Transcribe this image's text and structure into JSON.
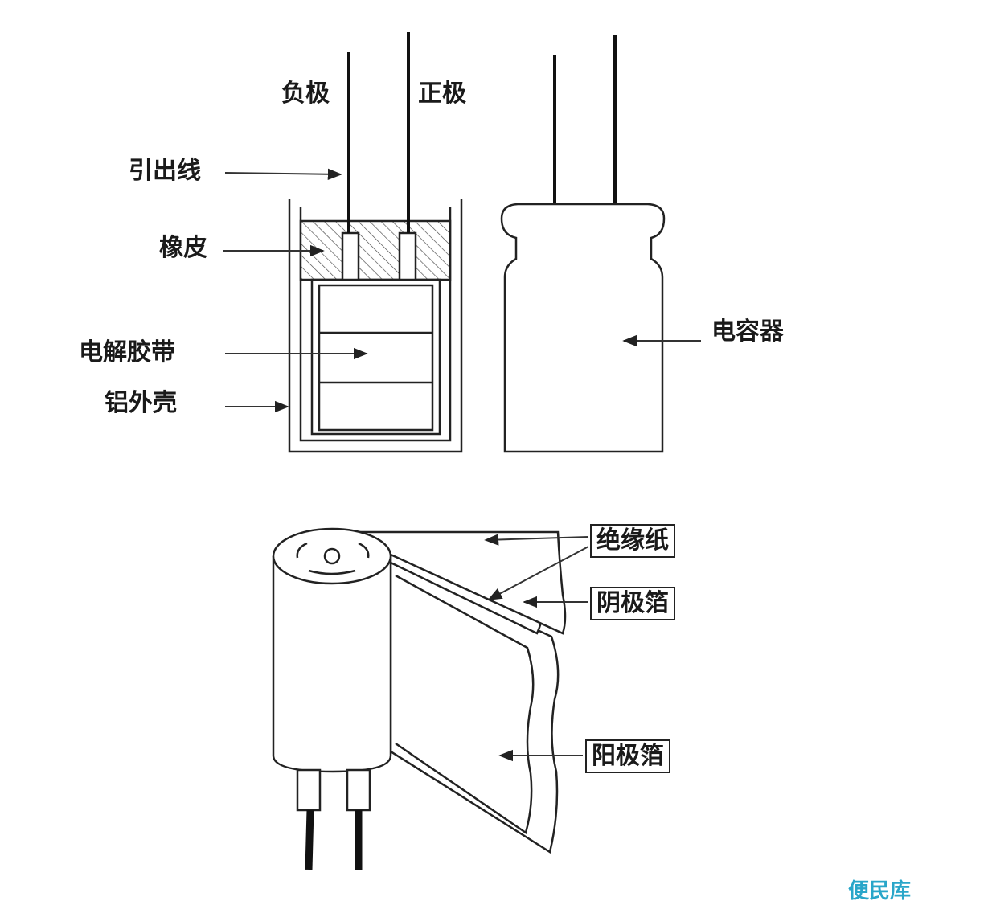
{
  "labels": {
    "negative": "负极",
    "positive": "正极",
    "lead_wire": "引出线",
    "rubber": "橡皮",
    "electrolytic_tape": "电解胶带",
    "aluminum_shell": "铝外壳",
    "capacitor": "电容器",
    "insulating_paper": "绝缘纸",
    "cathode_foil": "阴极箔",
    "anode_foil": "阳极箔"
  },
  "watermark": "便民库",
  "colors": {
    "line": "#222222",
    "watermark": "#29a6c9",
    "background": "#ffffff"
  }
}
